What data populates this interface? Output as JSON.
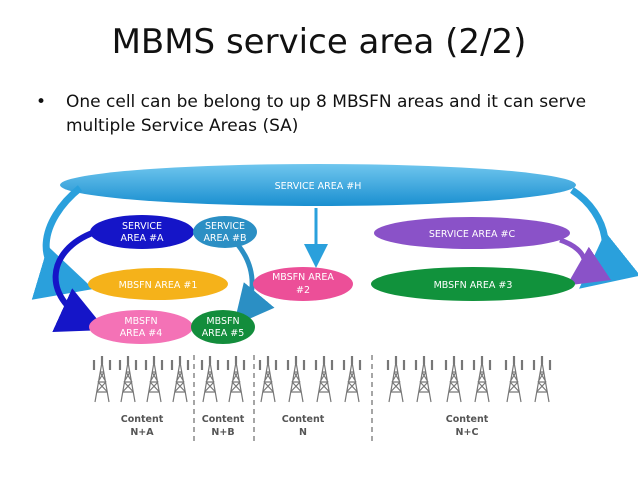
{
  "slide": {
    "title": "MBMS service area (2/2)",
    "bullet": "One cell can be belong to up 8 MBSFN areas and it can serve multiple Service Areas (SA)"
  },
  "diagram": {
    "service_area_h": "SERVICE AREA #H",
    "service_area_a": [
      "SERVICE",
      "AREA #A"
    ],
    "service_area_b": [
      "SERVICE",
      "AREA #B"
    ],
    "service_area_c": "SERVICE AREA #C",
    "mbsfn_1": "MBSFN AREA #1",
    "mbsfn_2": [
      "MBSFN AREA",
      "#2"
    ],
    "mbsfn_3": "MBSFN AREA #3",
    "mbsfn_4": [
      "MBSFN",
      "AREA #4"
    ],
    "mbsfn_5": [
      "MBSFN",
      "AREA #5"
    ],
    "content_labels": [
      [
        "Content",
        "N+A"
      ],
      [
        "Content",
        "N+B"
      ],
      [
        "Content",
        "N"
      ],
      [
        "Content",
        "N+C"
      ]
    ],
    "colors": {
      "service_h": "#29a3dc",
      "service_a": "#1515c8",
      "service_b": "#2b8fc4",
      "service_c": "#8a52c8",
      "mbsfn_1": "#f5b21a",
      "mbsfn_2": "#ec4f98",
      "mbsfn_3": "#11923c",
      "mbsfn_4": "#f472b6",
      "mbsfn_5": "#138d3c"
    }
  }
}
